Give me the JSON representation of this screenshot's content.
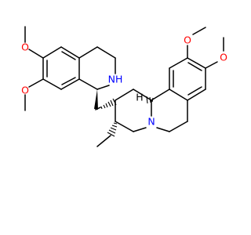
{
  "molecule": {
    "atom_labels": {
      "o1": "O",
      "o2": "O",
      "o3": "O",
      "o4": "O",
      "nh": "NH",
      "n": "N",
      "h": "H"
    },
    "colors": {
      "oxygen": "#ff0000",
      "nitrogen": "#0000ff",
      "hydrogen": "#000000",
      "bond": "#000000"
    }
  }
}
